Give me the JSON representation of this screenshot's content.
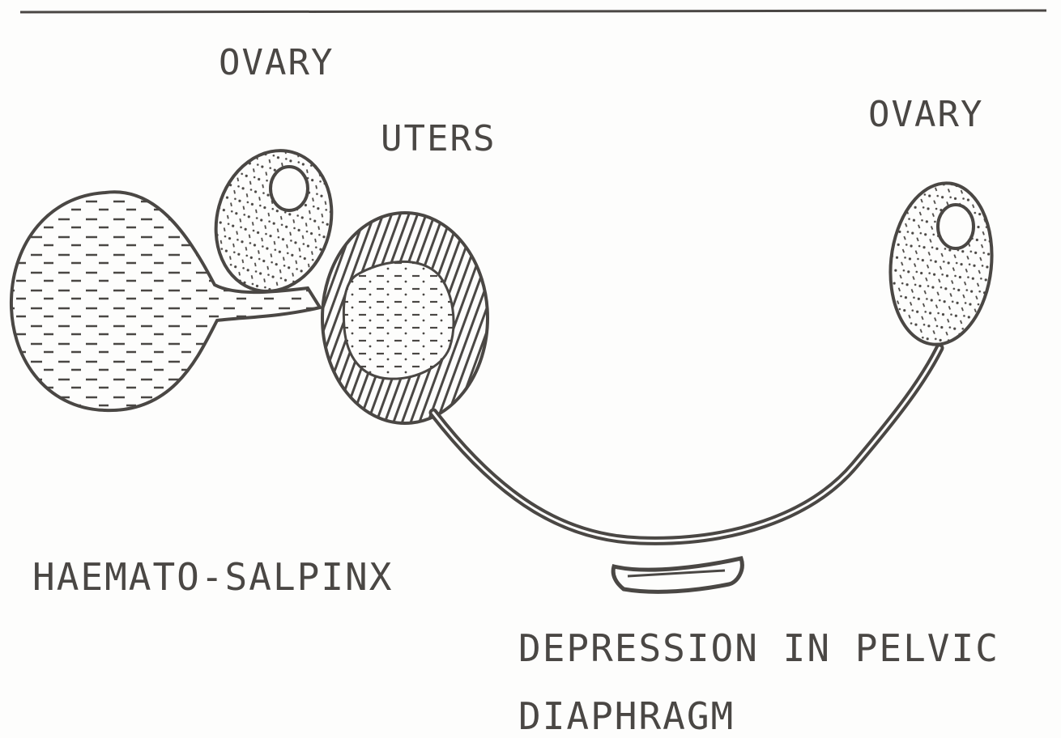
{
  "labels": {
    "ovary_left": "OVARY",
    "uters": "UTERS",
    "ovary_right": "OVARY",
    "haemato_salpinx": "HAEMATO-SALPINX",
    "depression_line1": "DEPRESSION IN PELVIC",
    "depression_line2": "DIAPHRAGM"
  },
  "colors": {
    "ink": "#4a4744",
    "paper": "#fdfdfc"
  }
}
